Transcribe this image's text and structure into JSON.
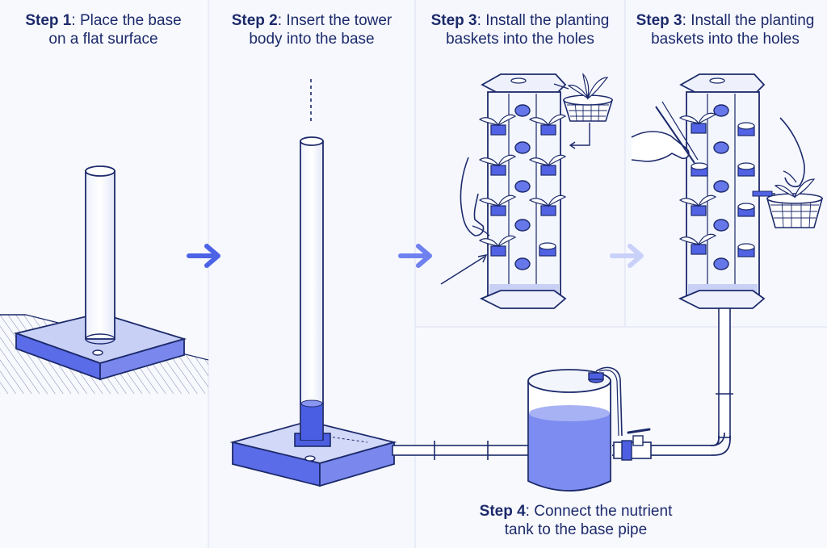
{
  "steps": [
    {
      "label": "Step 1",
      "text": "Place the base",
      "text2": "on a flat surface"
    },
    {
      "label": "Step 2",
      "text": "Insert the tower",
      "text2": "body into the base"
    },
    {
      "label": "Step 3",
      "text": "Install the planting",
      "text2": "baskets into the holes"
    },
    {
      "label": "Step 3",
      "text": "Install the planting",
      "text2": "baskets into the holes"
    },
    {
      "label": "Step 4",
      "text": "Connect the nutrient",
      "text2": "tank to the base pipe"
    }
  ],
  "colors": {
    "line": "#1c2a6b",
    "blue": "#5566e8",
    "blue_light": "#8e9bf2",
    "panel_bg": "#f6f8fd",
    "water": "#7d8cf0"
  },
  "icons": [
    "arrow-right-icon",
    "plant-icon",
    "basket-icon",
    "hand-icon",
    "tap-icon"
  ]
}
